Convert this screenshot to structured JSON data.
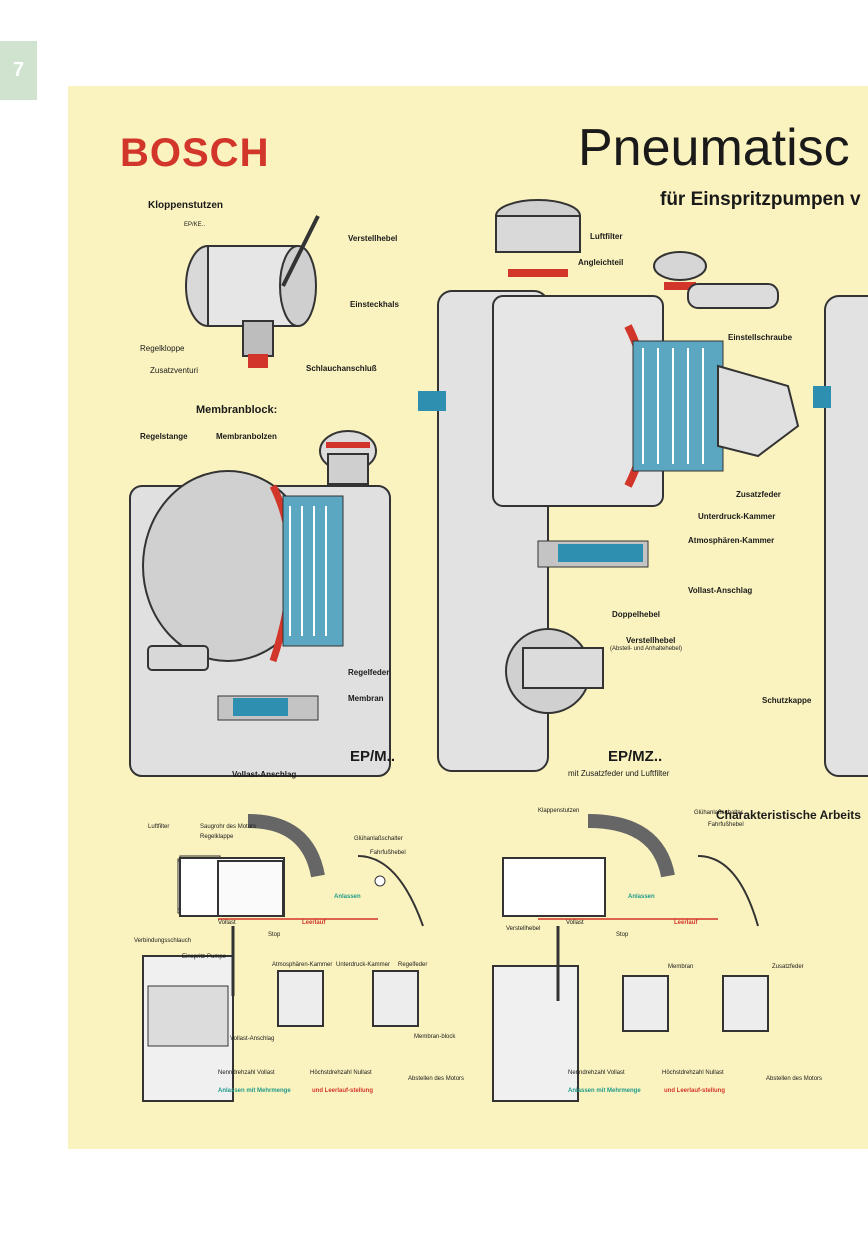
{
  "page_number": "7",
  "poster": {
    "brand": "BOSCH",
    "title": "Pneumatisc",
    "subtitle": "für Einspritzpumpen v",
    "section_heading": "Charakteristische Arbeits",
    "top_left": {
      "heading": "Kloppenstutzen",
      "sub": "EP/KE..",
      "labels": [
        "Verstellhebel",
        "Einsteckhals",
        "Regelkloppe",
        "Zusatzventuri",
        "Schlauchanschluß"
      ]
    },
    "membranblock": {
      "heading": "Membranblock:",
      "labels": [
        "Regelstange",
        "Membranbolzen",
        "Regelfeder",
        "Membran",
        "Vollast-Anschlag"
      ],
      "model": "EP/M.."
    },
    "center": {
      "labels": [
        "Luftfilter",
        "Angleichteil",
        "Einstellschraube",
        "Zusatzfeder",
        "Unterdruck-Kammer",
        "Atmosphären-Kammer",
        "Vollast-Anschlag",
        "Doppelhebel",
        "Verstellhebel",
        "(Abstell- und Anhaltehebel)",
        "Schutzkappe"
      ],
      "model": "EP/MZ..",
      "model_sub": "mit Zusatzfeder und Luftfilter"
    },
    "diagram_left": {
      "labels": [
        "Luftfilter",
        "Saugrohr des Motors",
        "Regelklappe",
        "Glühanlaßschalter",
        "Fahrfußhebel",
        "Vollast",
        "Anlassen",
        "Leerlauf",
        "Stop",
        "Verbindungsschlauch",
        "Einspritz-Pumpe",
        "Vollast-Anschlag",
        "Atmosphären-Kammer",
        "Unterdruck-Kammer",
        "Regelfeder",
        "Membran-block",
        "Nenndrehzahl Vollast",
        "Anlassen mit Mehrmenge",
        "Höchstdrehzahl Nullast",
        "und Leerlauf-stellung",
        "Abstellen des Motors"
      ]
    },
    "diagram_right": {
      "labels": [
        "Klappenstutzen",
        "Glühanlaßschalter",
        "Fahrfußhebel",
        "Anlassen",
        "Vollast",
        "Leerlauf",
        "Verstellhebel",
        "Stop",
        "Membran",
        "Zusatzfeder",
        "Nenndrehzahl Vollast",
        "Anlassen mit Mehrmenge",
        "Höchstdrehzahl Nullast",
        "und Leerlauf-stellung",
        "Abstellen des Motors"
      ]
    },
    "colors": {
      "background": "#fbf3bf",
      "brand": "#d2352a",
      "accent_blue": "#2f8fb0",
      "accent_green": "#1f9a8a",
      "badge": "#cfe3cf"
    }
  }
}
